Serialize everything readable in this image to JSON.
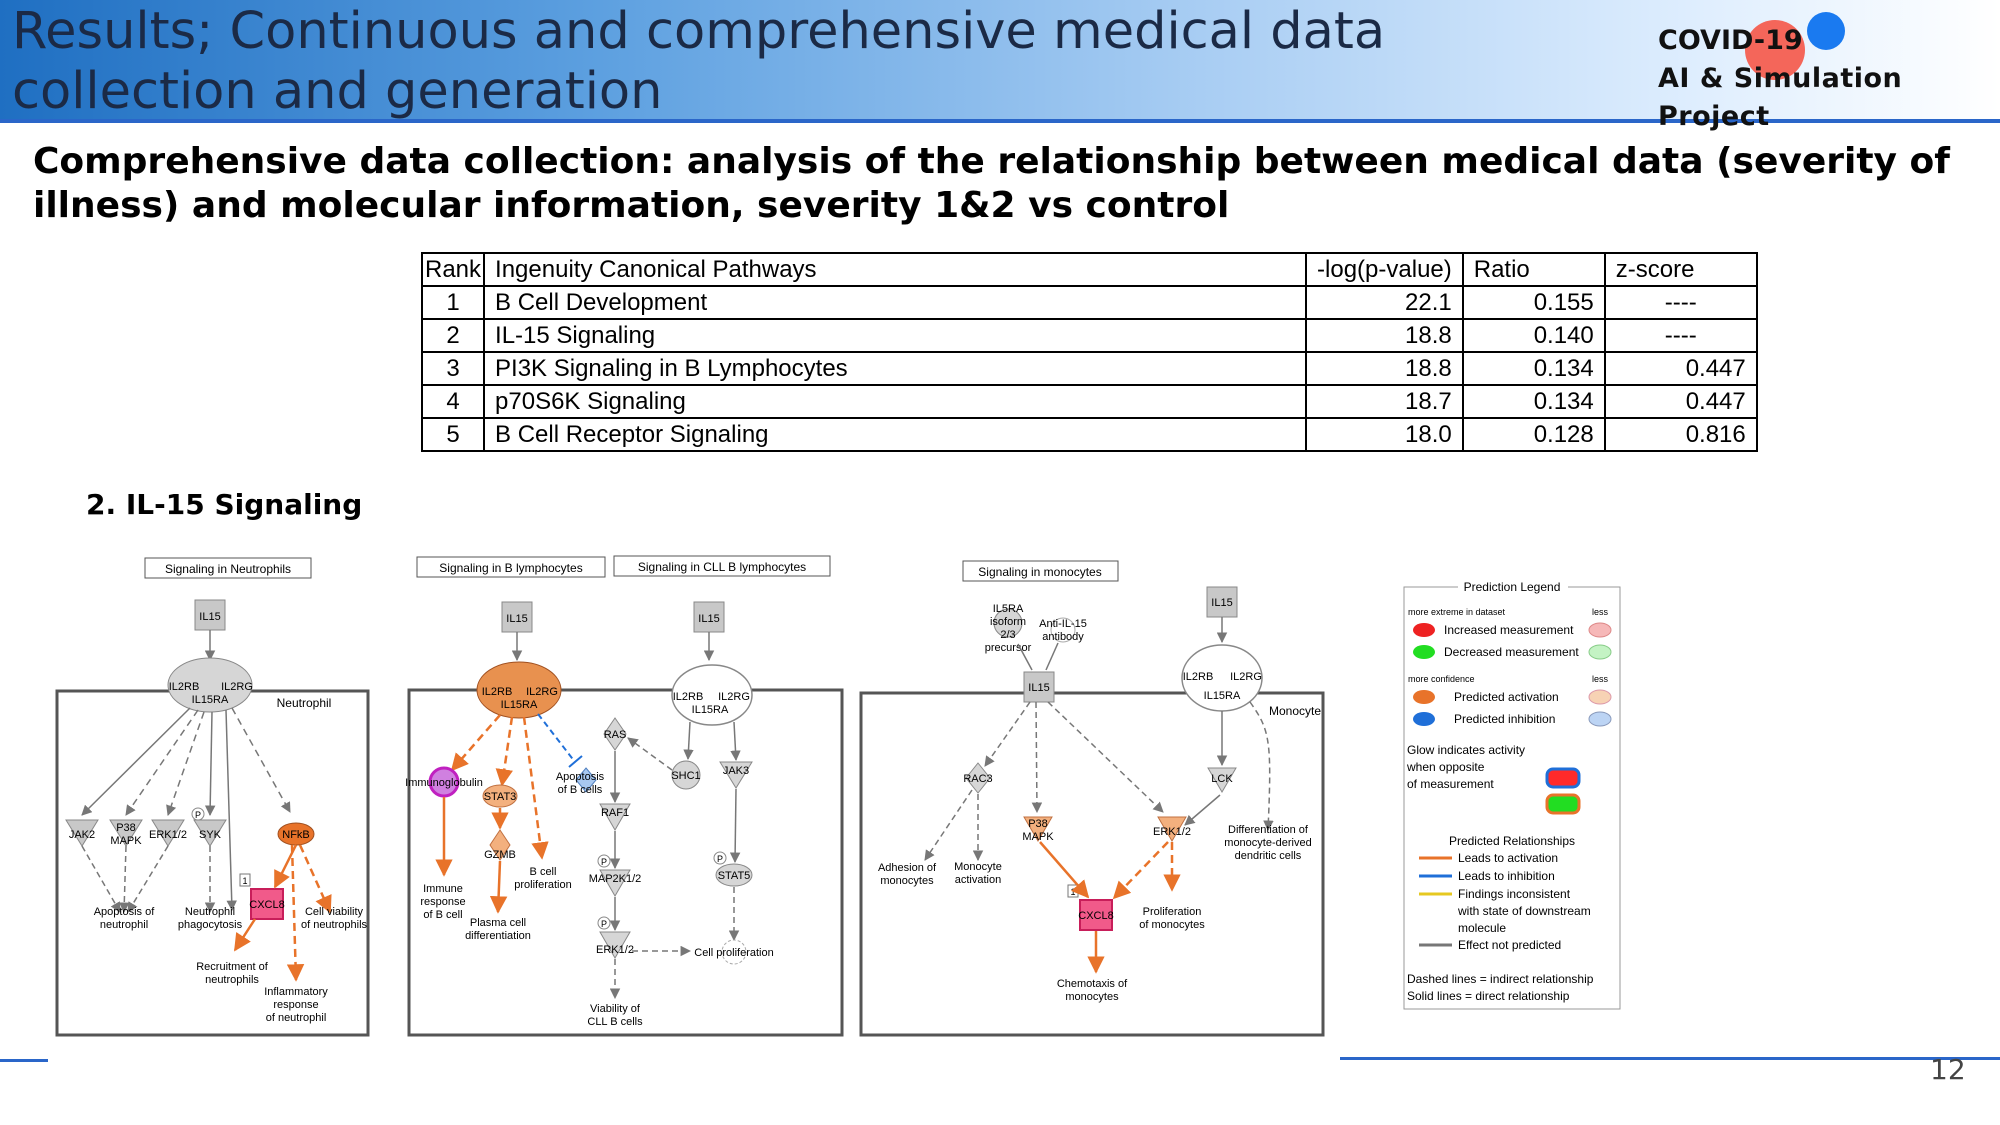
{
  "slide": {
    "title": "Results; Continuous and comprehensive medical data collection and generation",
    "brand_line1": "COVID-19",
    "brand_line2": "AI & Simulation Project",
    "subtitle": "Comprehensive data collection: analysis of the relationship between medical data (severity of illness) and molecular information, severity 1&2  vs  control",
    "section": "2. IL-15 Signaling",
    "page_number": "12"
  },
  "table": {
    "headers": [
      "Rank",
      "Ingenuity Canonical Pathways",
      "-log(p-value)",
      "Ratio",
      "z-score"
    ],
    "rows": [
      [
        "1",
        "B Cell Development",
        "22.1",
        "0.155",
        "----"
      ],
      [
        "2",
        "IL-15 Signaling",
        "18.8",
        "0.140",
        "----"
      ],
      [
        "3",
        "PI3K Signaling in B Lymphocytes",
        "18.8",
        "0.134",
        "0.447"
      ],
      [
        "4",
        "p70S6K Signaling",
        "18.7",
        "0.134",
        "0.447"
      ],
      [
        "5",
        "B Cell Receptor Signaling",
        "18.0",
        "0.128",
        "0.816"
      ]
    ]
  },
  "colors": {
    "orange": "#e8732a",
    "light_orange": "#f3b07e",
    "pink": "#f15a8a",
    "blue": "#1f6fd8",
    "light_blue": "#a8c8f0",
    "gray": "#bdbdbd"
  },
  "diagrams": {
    "neutrophil": {
      "label": "Signaling in Neutrophils",
      "cell": "Neutrophil",
      "il15": "IL15",
      "receptor": [
        "IL2RB",
        "IL2RG",
        "IL15RA"
      ],
      "nodes": [
        "JAK2",
        "P38",
        "MAPK",
        "ERK1/2",
        "SYK",
        "NFkB",
        "CXCL8",
        "P",
        "1"
      ],
      "outcomes": [
        "Apoptosis of",
        "neutrophil",
        "Neutrophil",
        "phagocytosis",
        "Cell viability",
        "of neutrophils",
        "Recruitment of",
        "neutrophils",
        "Inflammatory",
        "response",
        "of neutrophil"
      ]
    },
    "b_lymph": {
      "label": "Signaling in B lymphocytes",
      "il15": "IL15",
      "receptor": [
        "IL2RB",
        "IL2RG",
        "IL15RA"
      ],
      "nodes": [
        "Immunoglobulin",
        "STAT3",
        "GZMB",
        "Apoptosis",
        "of B cells"
      ],
      "outcomes": [
        "Immune",
        "response",
        "of B cell",
        "B cell",
        "proliferation",
        "Plasma cell",
        "differentiation"
      ]
    },
    "cll": {
      "label": "Signaling in CLL B lymphocytes",
      "il15": "IL15",
      "receptor": [
        "IL2RB",
        "IL2RG",
        "IL15RA"
      ],
      "nodes": [
        "RAS",
        "SHC1",
        "JAK3",
        "RAF1",
        "MAP2K1/2",
        "STAT5",
        "ERK1/2",
        "P"
      ],
      "outcomes": [
        "Cell proliferation",
        "Viability of",
        "CLL B cells"
      ]
    },
    "monocyte": {
      "label": "Signaling in monocytes",
      "cell": "Monocyte",
      "il15": "IL15",
      "il15b": "IL15",
      "receptor": [
        "IL2RB",
        "IL2RG",
        "IL15RA"
      ],
      "nodes": [
        "IL5RA",
        "isoform",
        "2/3",
        "precursor",
        "Anti-IL-15",
        "antibody",
        "RAC3",
        "P38",
        "MAPK",
        "ERK1/2",
        "LCK",
        "CXCL8",
        "1"
      ],
      "outcomes": [
        "Adhesion of",
        "monocytes",
        "Monocyte",
        "activation",
        "Proliferation",
        "of monocytes",
        "Chemotaxis of",
        "monocytes",
        "Differentiation of",
        "monocyte-derived",
        "dendritic cells"
      ]
    },
    "legend": {
      "title": "Prediction Legend",
      "more_extreme": "more extreme in dataset",
      "less": "less",
      "increased": "Increased measurement",
      "decreased": "Decreased measurement",
      "more_confidence": "more confidence",
      "less2": "less",
      "pred_activation": "Predicted activation",
      "pred_inhibition": "Predicted inhibition",
      "glow1": "Glow indicates activity",
      "glow2": "when opposite",
      "glow3": "of measurement",
      "relationships": "Predicted Relationships",
      "leads_activation": "Leads to activation",
      "leads_inhibition": "Leads to inhibition",
      "findings1": "Findings inconsistent",
      "findings2": "with state of downstream",
      "findings3": "molecule",
      "effect_not": "Effect not predicted",
      "dashed": "Dashed lines = indirect relationship",
      "solid": "Solid lines = direct relationship"
    }
  }
}
